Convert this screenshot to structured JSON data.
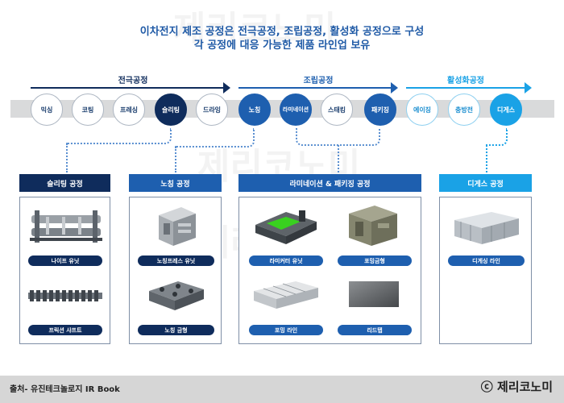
{
  "title": {
    "line1": "이차전지 제조 공정은 전극공정, 조립공정, 활성화 공정으로 구성",
    "line2": "각 공정에 대응 가능한 제품 라인업 보유"
  },
  "stages": [
    {
      "label": "전극공정",
      "color": "#0f2c5c"
    },
    {
      "label": "조립공정",
      "color": "#1e5faf"
    },
    {
      "label": "활성화공정",
      "color": "#1aa2e6"
    }
  ],
  "steps": [
    "믹싱",
    "코팅",
    "프레싱",
    "슬리팅",
    "드라잉",
    "노칭",
    "라미네이션",
    "스태킹",
    "패키징",
    "에이징",
    "충방전",
    "디게스"
  ],
  "panels": {
    "slitting": {
      "title": "슬리팅 공정",
      "items": [
        "나이프 유닛",
        "프릭션 샤프트"
      ]
    },
    "notching": {
      "title": "노칭 공정",
      "items": [
        "노칭프레스 유닛",
        "노칭 금형"
      ]
    },
    "lamination": {
      "title": "라미네이션 & 패키징 공정",
      "items": [
        "라미커터 유닛",
        "포밍금형",
        "포밍 라인",
        "리드탭"
      ]
    },
    "degas": {
      "title": "디게스 공정",
      "items": [
        "디게싱 라인"
      ]
    }
  },
  "watermark": "제리코노미",
  "footer": {
    "source": "출처- 유진테크놀로지 IR Book",
    "copyright": "ⓒ 제리코노미"
  }
}
